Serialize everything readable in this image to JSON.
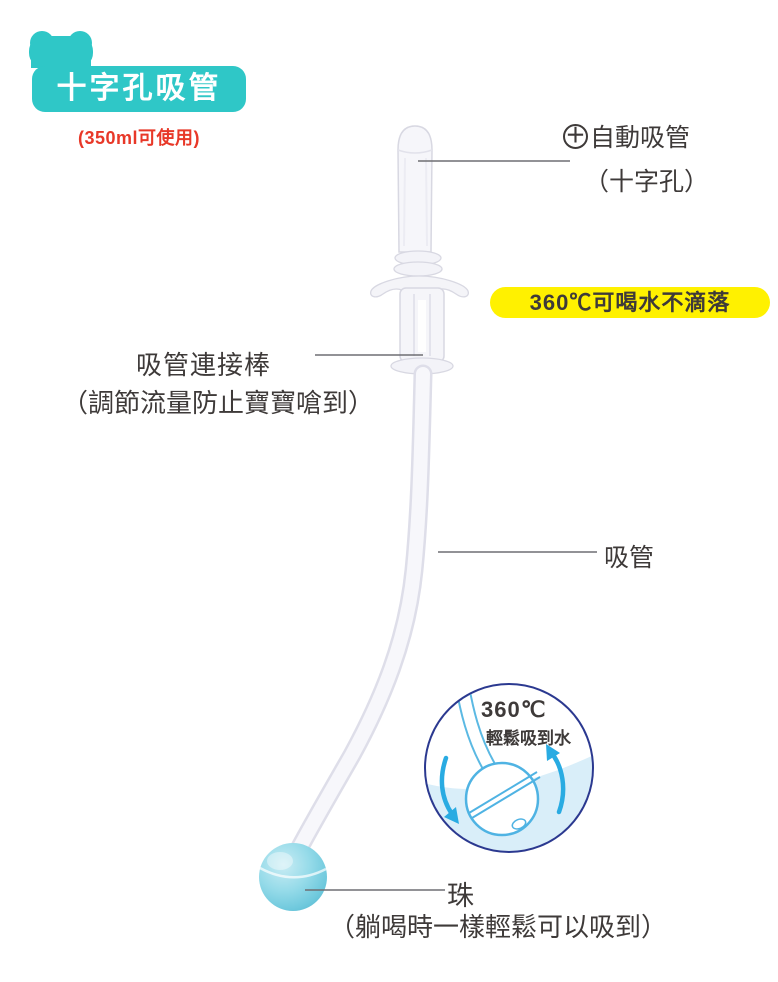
{
  "colors": {
    "teal": "#2FC7C7",
    "red": "#E83828",
    "yellow": "#FFF100",
    "dark": "#3E3A39",
    "line-gray": "#6E6E73",
    "inset-navy": "#2B3990",
    "inset-blue": "#29ABE2",
    "water-blue": "#D9EEF9",
    "ball-blue": "#7FD0E2"
  },
  "header": {
    "title": "十字孔吸管",
    "subtitle": "(350ml可使用)"
  },
  "callouts": {
    "auto_straw": {
      "plus": "＋",
      "label": "自動吸管",
      "sub": "（十字孔）"
    },
    "banner": "360℃可喝水不滴落",
    "connector": {
      "label": "吸管連接棒",
      "sub": "（調節流量防止寶寶嗆到）"
    },
    "straw": {
      "label": "吸管"
    },
    "bead": {
      "label": "珠",
      "sub": "（躺喝時一樣輕鬆可以吸到）"
    }
  },
  "inset": {
    "temp": "360℃",
    "caption": "輕鬆吸到水"
  }
}
